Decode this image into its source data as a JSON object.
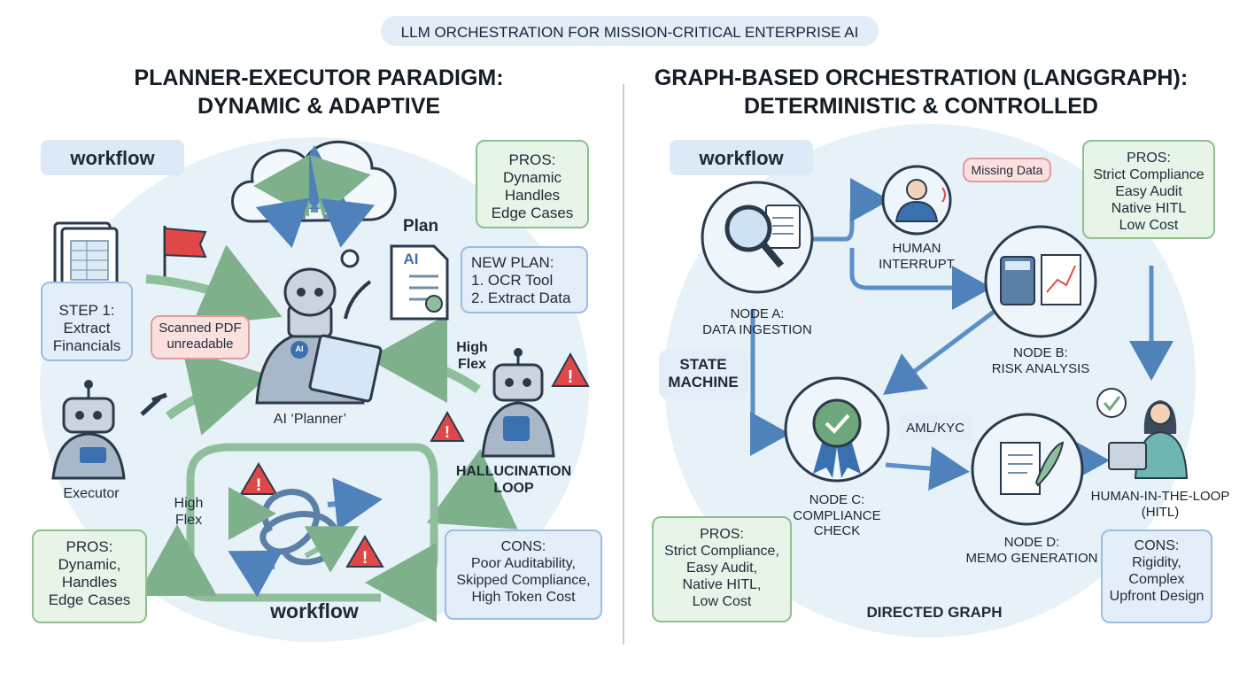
{
  "banner": "LLM ORCHESTRATION FOR MISSION-CRITICAL ENTERPRISE AI",
  "left": {
    "title_line1": "PLANNER-EXECUTOR PARADIGM:",
    "title_line2": "DYNAMIC & ADAPTIVE",
    "workflow_tag": "workflow",
    "workflow_bottom": "workflow",
    "step1": "STEP 1:\nExtract\nFinancials",
    "error_note": "Scanned PDF\nunreadable",
    "plan_label": "Plan",
    "plan_doc_text": "AI",
    "new_plan": "NEW PLAN:\n1. OCR Tool\n2. Extract Data",
    "planner_label": "AI ‘Planner’",
    "planner_badge": "AI",
    "executor_label": "Executor",
    "high_flex_right": "High\nFlex",
    "high_flex_left": "High\nFlex",
    "hallucination": "HALLUCINATION\nLOOP",
    "pros_top": "PROS:\nDynamic\nHandles\nEdge Cases",
    "pros_bottom": "PROS:\nDynamic,\nHandles\nEdge Cases",
    "cons": "CONS:\nPoor Auditability,\nSkipped Compliance,\nHigh Token Cost"
  },
  "right": {
    "title_line1": "GRAPH-BASED ORCHESTRATION (LANGGRAPH):",
    "title_line2": "DETERMINISTIC & CONTROLLED",
    "workflow_tag": "workflow",
    "missing_data": "Missing Data",
    "human_interrupt": "HUMAN\nINTERRUPT",
    "node_a": "NODE A:\nDATA INGESTION",
    "node_b": "NODE B:\nRISK ANALYSIS",
    "node_c": "NODE C:\nCOMPLIANCE\nCHECK",
    "node_d": "NODE D:\nMEMO GENERATION",
    "state_machine": "STATE\nMACHINE",
    "aml_kyc": "AML/KYC",
    "hitl": "HUMAN-IN-THE-LOOP\n(HITL)",
    "pros_top": "PROS:\nStrict Compliance\nEasy Audit\nNative HITL\nLow Cost",
    "pros_bottom": "PROS:\nStrict Compliance,\nEasy Audit,\nNative HITL,\nLow Cost",
    "cons": "CONS:\nRigidity,\nComplex\nUpfront Design",
    "directed_graph": "DIRECTED GRAPH"
  },
  "colors": {
    "arrow_green": "#8fbf9a",
    "arrow_blue": "#5b8fc7",
    "warning": "#e04848",
    "robot": "#6a7e94",
    "node_fill": "#e8f2fb"
  }
}
